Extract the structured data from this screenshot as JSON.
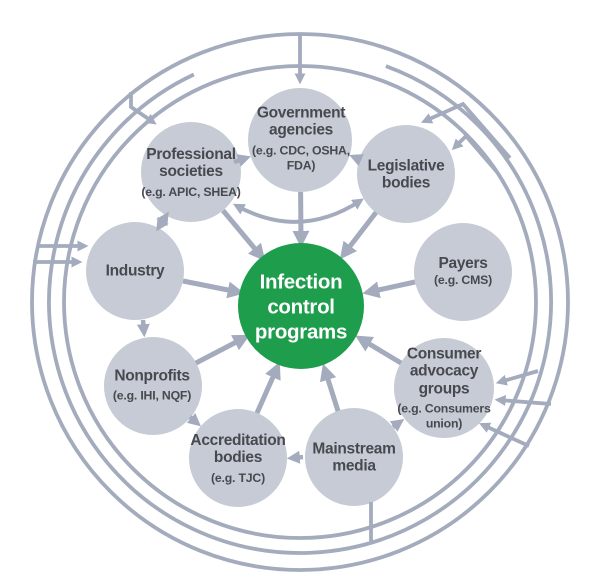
{
  "figure": {
    "center": {
      "label": "Infection control programs"
    },
    "nodes": [
      {
        "label": "Government agencies",
        "sub": "(e.g. CDC, OSHA, FDA)"
      },
      {
        "label": "Legislative bodies"
      },
      {
        "label": "Payers",
        "sub": "(e.g. CMS)"
      },
      {
        "label": "Consumer advocacy groups",
        "sub": "(e.g. Consumers union)"
      },
      {
        "label": "Mainstream media"
      },
      {
        "label": "Accreditation bodies",
        "sub": "(e.g. TJC)"
      },
      {
        "label": "Nonprofits",
        "sub": "(e.g. IHI, NQF)"
      },
      {
        "label": "Industry"
      },
      {
        "label": "Professional societies",
        "sub": "(e.g. APIC, SHEA)"
      }
    ],
    "edges": [
      {
        "from": "Government agencies",
        "to": "Infection control programs"
      },
      {
        "from": "Legislative bodies",
        "to": "Infection control programs"
      },
      {
        "from": "Payers",
        "to": "Infection control programs"
      },
      {
        "from": "Consumer advocacy groups",
        "to": "Infection control programs"
      },
      {
        "from": "Mainstream media",
        "to": "Infection control programs"
      },
      {
        "from": "Accreditation bodies",
        "to": "Infection control programs"
      },
      {
        "from": "Nonprofits",
        "to": "Infection control programs"
      },
      {
        "from": "Industry",
        "to": "Infection control programs"
      },
      {
        "from": "Professional societies",
        "to": "Infection control programs"
      },
      {
        "from": "Professional societies",
        "to": "Government agencies"
      },
      {
        "from": "Legislative bodies",
        "to": "Government agencies"
      },
      {
        "from": "Professional societies",
        "to": "Legislative bodies",
        "bidirectional": true
      },
      {
        "from": "Professional societies",
        "to": "Industry",
        "bidirectional": true
      },
      {
        "from": "Industry",
        "to": "Nonprofits"
      },
      {
        "from": "Nonprofits",
        "to": "Accreditation bodies"
      },
      {
        "from": "Mainstream media",
        "to": "Accreditation bodies"
      },
      {
        "from": "Mainstream media",
        "to": "Consumer advocacy groups"
      },
      {
        "from": "outer-feedback-loop",
        "to": "Government agencies"
      },
      {
        "from": "outer-feedback-loop",
        "to": "Professional societies"
      },
      {
        "from": "outer-feedback-loop",
        "to": "Industry"
      },
      {
        "from": "outer-feedback-loop",
        "to": "Legislative bodies"
      },
      {
        "from": "outer-feedback-loop",
        "to": "Consumer advocacy groups"
      },
      {
        "from": "Mainstream media",
        "to": "outer-feedback-loop"
      }
    ],
    "colors": {
      "center_fill": "#1e9e4c",
      "center_text": "#ffffff",
      "node_fill": "#c6cbd5",
      "connector": "#a3abbd",
      "node_text": "#48494f"
    }
  }
}
